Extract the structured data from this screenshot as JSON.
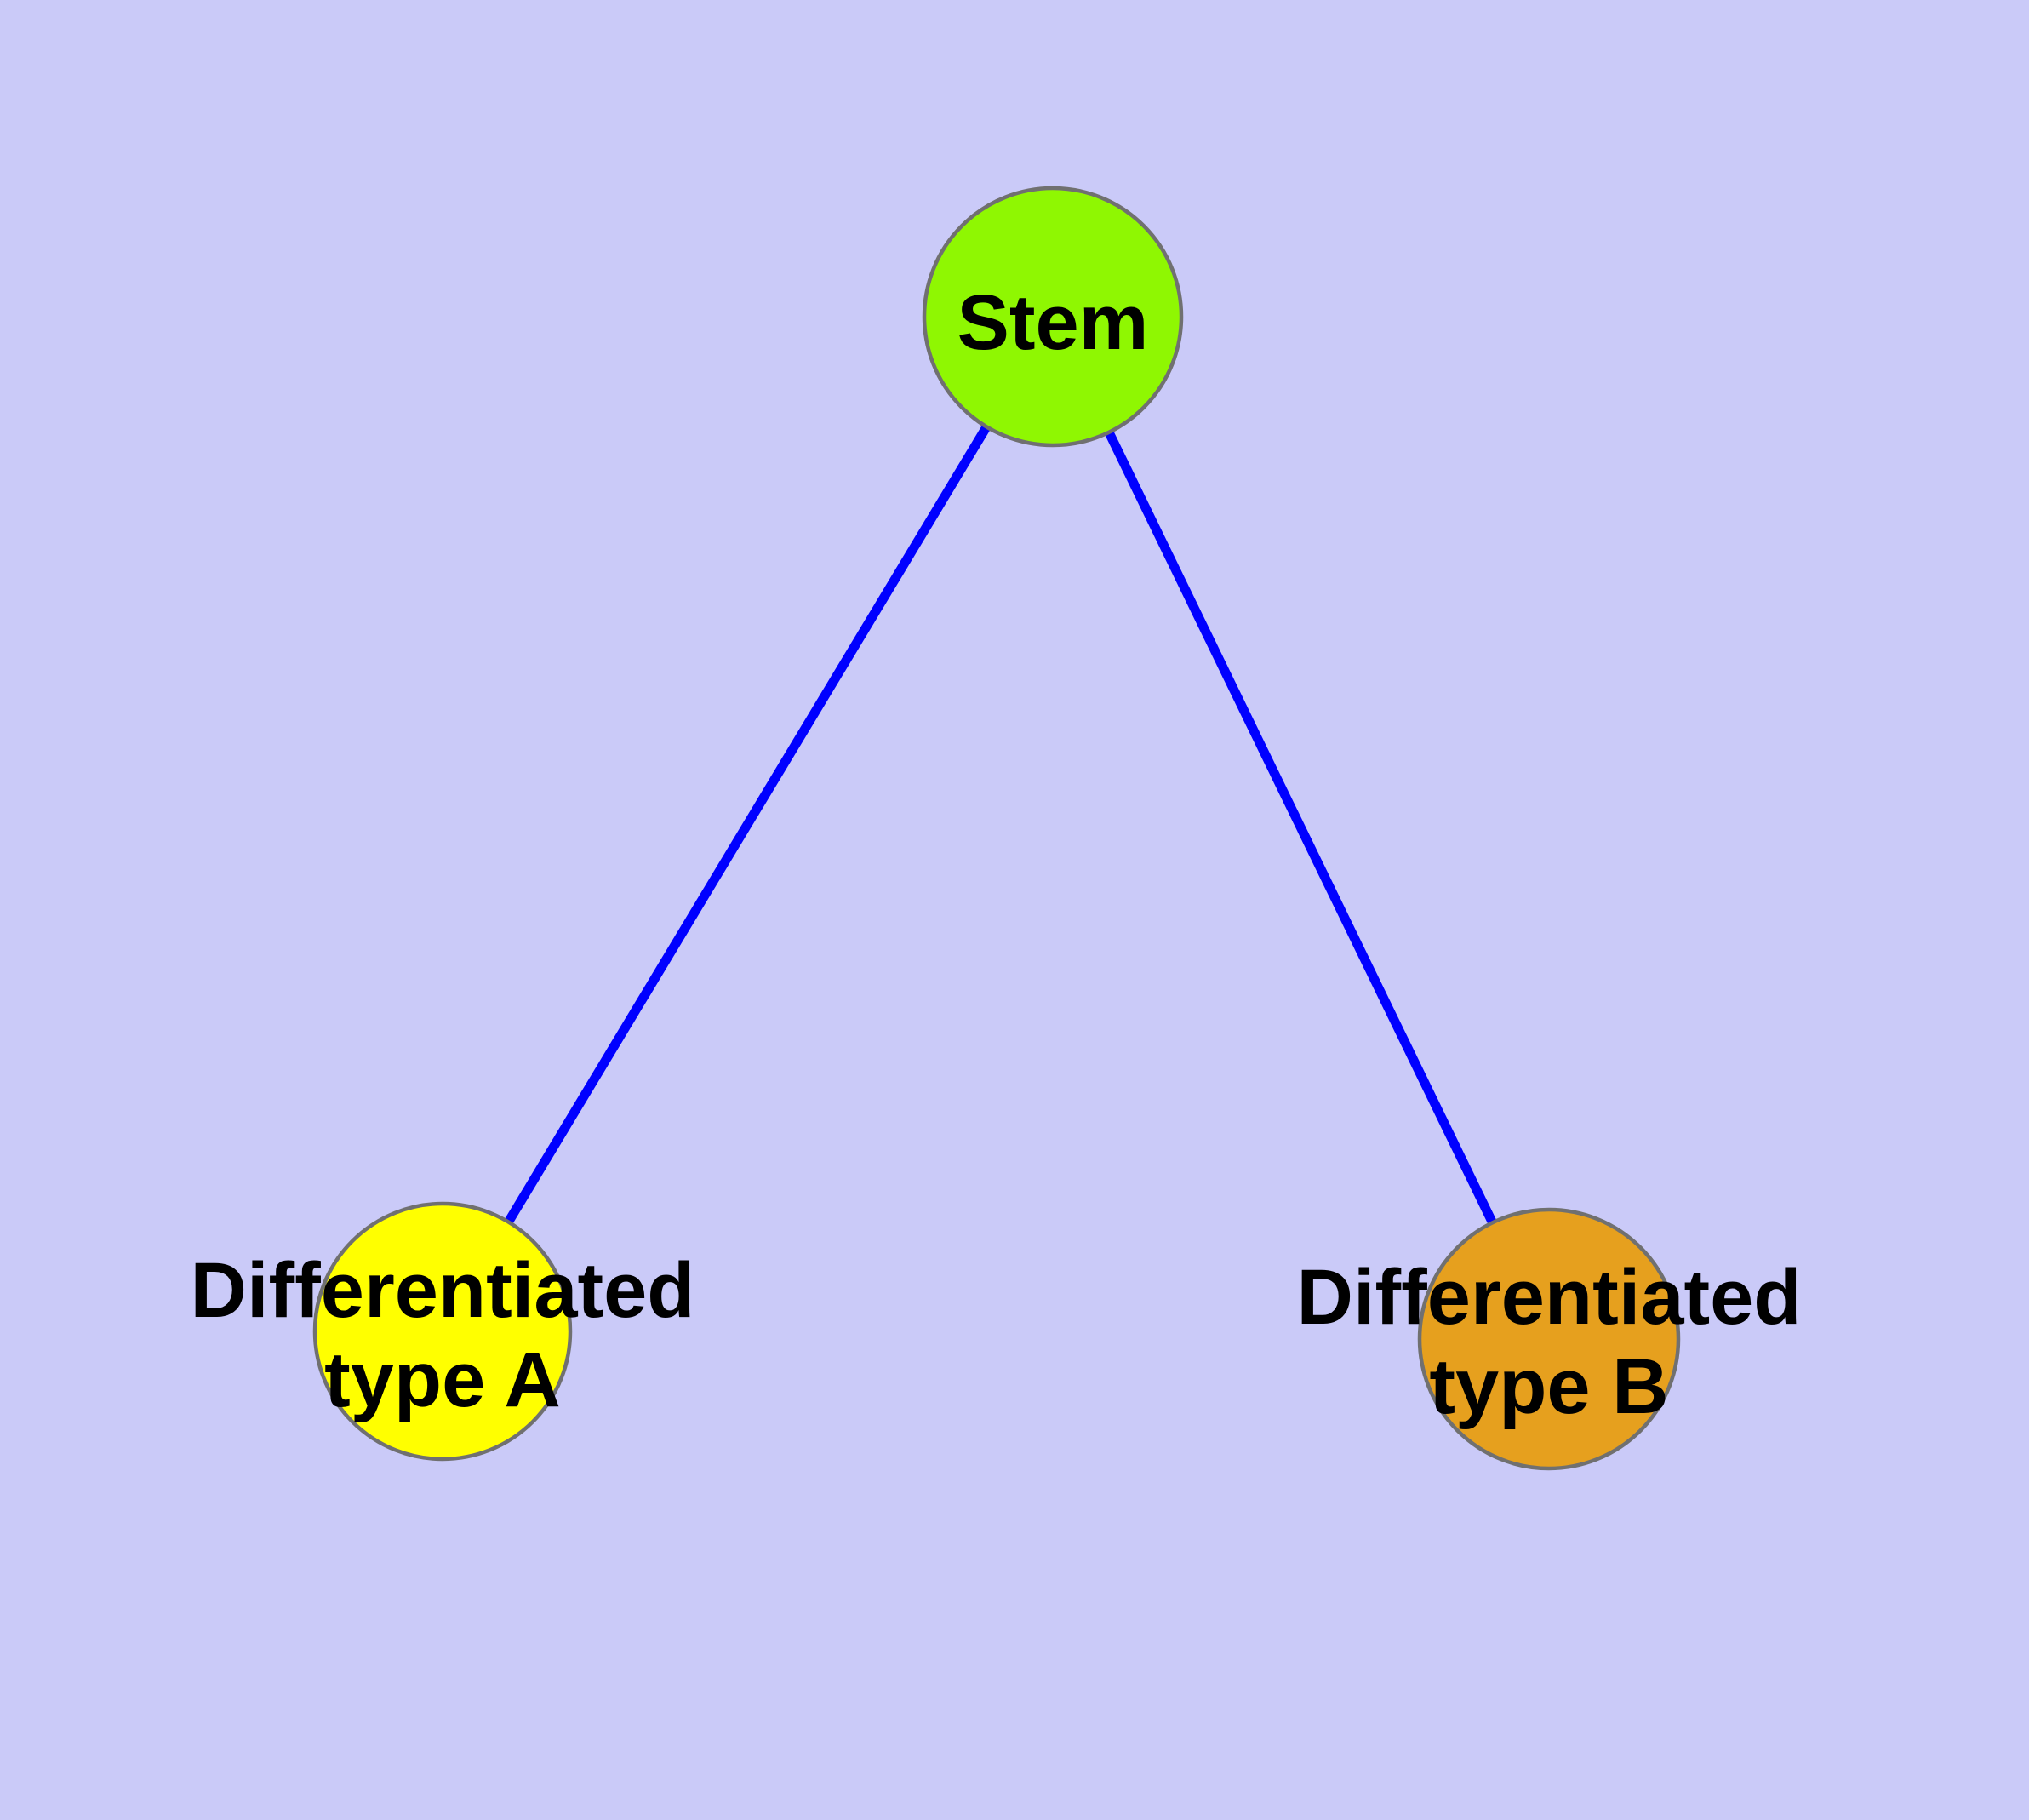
{
  "graph": {
    "background_color": "#CACAF8",
    "node_border_color": "#707070",
    "edge_color": "#0000FF",
    "text_color": "#000000",
    "nodes": {
      "stem": {
        "label": "Stem",
        "fill": "#8FF702"
      },
      "type_a": {
        "label_line1": "Differentiated",
        "label_line2": "type A",
        "fill": "#FFFF00"
      },
      "type_b": {
        "label_line1": "Differentiated",
        "label_line2": "type B",
        "fill": "#E6A01E"
      }
    },
    "edges": [
      {
        "from": "Stem",
        "to": "Differentiated type A"
      },
      {
        "from": "Stem",
        "to": "Differentiated type B"
      }
    ]
  }
}
